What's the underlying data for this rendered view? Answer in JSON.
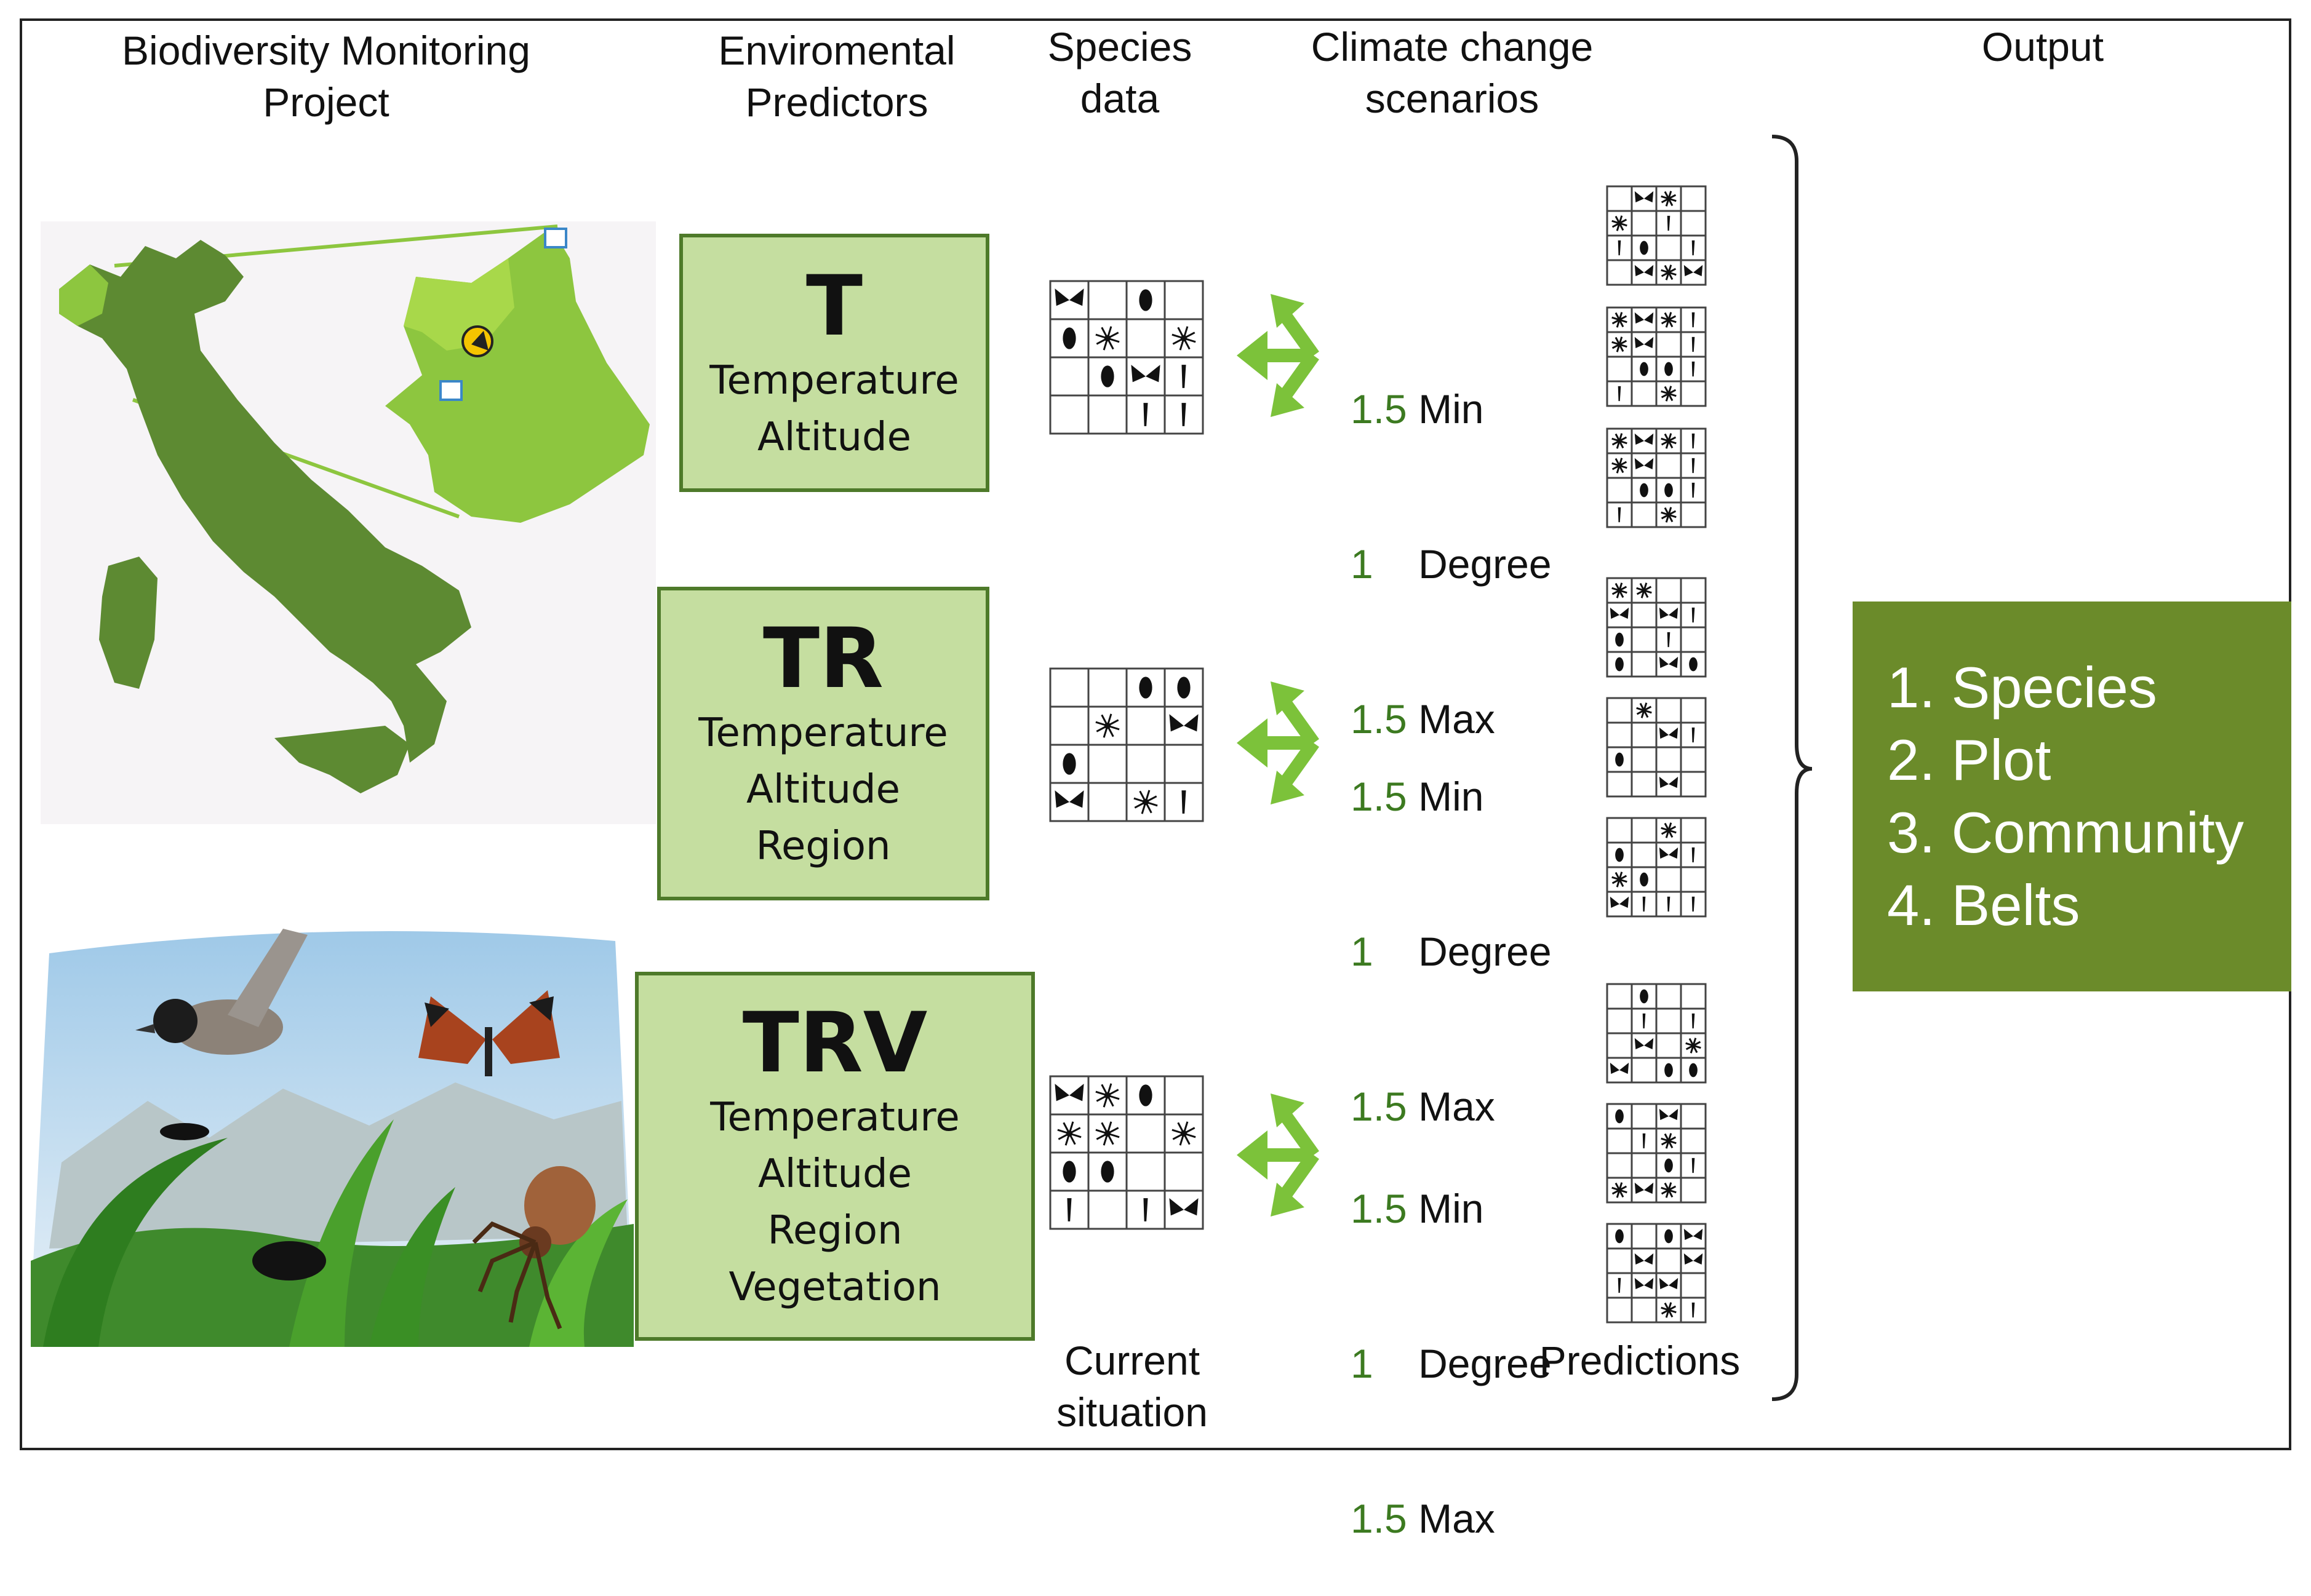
{
  "headers": {
    "project": [
      "Biodiversity Monitoring",
      "Project"
    ],
    "predictors": [
      "Enviromental",
      "Predictors"
    ],
    "species": [
      "Species",
      "data"
    ],
    "climate": [
      "Climate change",
      "scenarios"
    ],
    "output": "Output"
  },
  "models": [
    {
      "code": "T",
      "lines": [
        "Temperature",
        "Altitude"
      ]
    },
    {
      "code": "TR",
      "lines": [
        "Temperature",
        "Altitude",
        "Region"
      ]
    },
    {
      "code": "TRV",
      "lines": [
        "Temperature",
        "Altitude",
        "Region",
        "Vegetation"
      ]
    }
  ],
  "scenario": {
    "rows": [
      {
        "num": "1.5",
        "label": "Min"
      },
      {
        "num": "1",
        "label": "Degree"
      },
      {
        "num": "1.5",
        "label": "Max"
      }
    ]
  },
  "captions": {
    "current": [
      "Current",
      "situation"
    ],
    "predictions": "Predictions"
  },
  "output_items": [
    "1. Species",
    "2. Plot",
    "3. Community",
    "4. Belts"
  ],
  "colors": {
    "box_fill": "#c5dea0",
    "box_border": "#4e7a2a",
    "arrow": "#7cc23a",
    "output_fill": "#6b8b2a",
    "scenario_number": "#3c7a20"
  },
  "icons": [
    "map-of-italy",
    "insects-and-bird-illustration",
    "species-grid",
    "arrows-icon",
    "brace-icon"
  ]
}
